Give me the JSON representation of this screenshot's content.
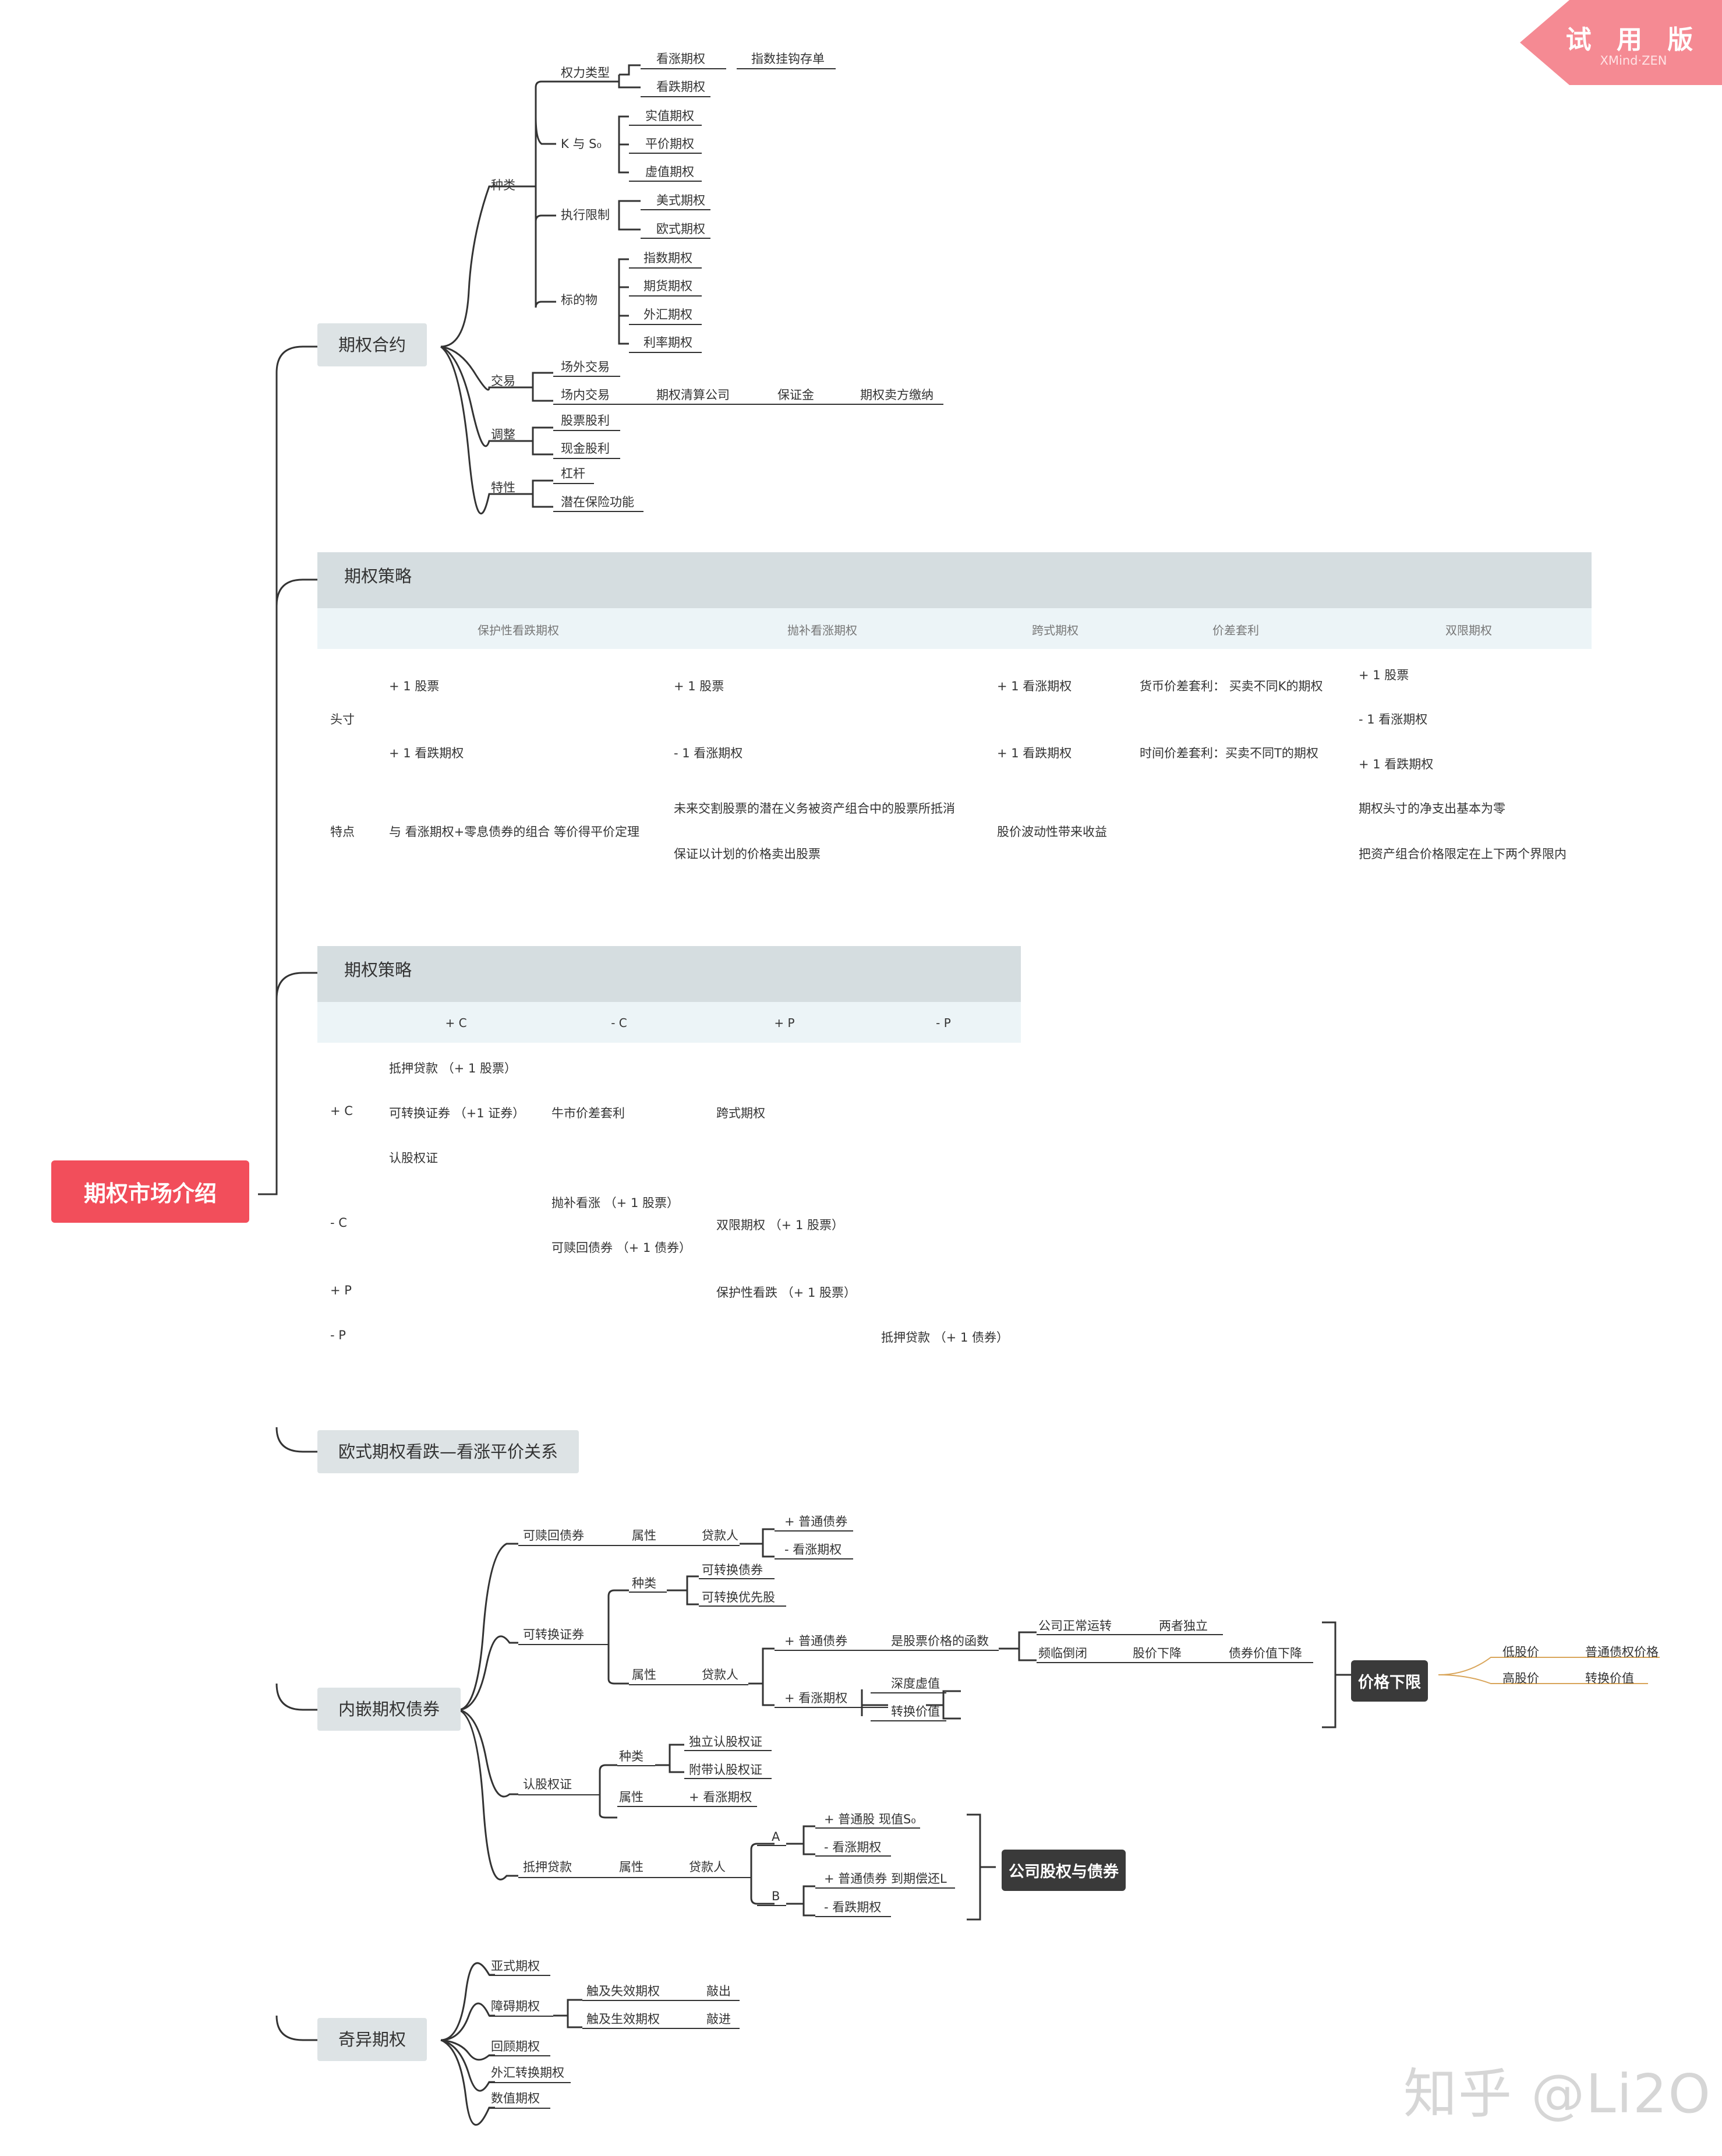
{
  "root": "期权市场介绍",
  "trial": {
    "label": "试 用 版",
    "sub": "XMind·ZEN"
  },
  "watermark": "知乎 @Li2O",
  "b1": {
    "title": "期权合约",
    "zhonglei": "种类",
    "quanli": "权力类型",
    "kanzhang": "看涨期权",
    "zhishu_guagou": "指数挂钩存单",
    "kandie": "看跌期权",
    "k_s0": "K 与 S₀",
    "shizhi": "实值期权",
    "pingjia": "平价期权",
    "xuzhi": "虚值期权",
    "zhixing": "执行限制",
    "meishi": "美式期权",
    "oushi": "欧式期权",
    "biaodi": "标的物",
    "zhishu": "指数期权",
    "qihuo": "期货期权",
    "waihui": "外汇期权",
    "lilv": "利率期权",
    "jiaoyi": "交易",
    "changwai": "场外交易",
    "changnei": "场内交易",
    "qingsuan": "期权清算公司",
    "baozhengjin": "保证金",
    "maifang": "期权卖方缴纳",
    "tiaozheng": "调整",
    "gupiao_guli": "股票股利",
    "xianjin_guli": "现金股利",
    "texing": "特性",
    "ganggan": "杠杆",
    "baoxian": "潜在保险功能"
  },
  "t1": {
    "title": "期权策略",
    "cols": [
      "保护性看跌期权",
      "抛补看涨期权",
      "跨式期权",
      "价差套利",
      "双限期权"
    ],
    "row1_label": "头寸",
    "row2_label": "特点",
    "c1_a": "+ 1 股票",
    "c1_b": "+ 1 看跌期权",
    "c1_t": "与 看涨期权+零息债券的组合 等价得平价定理",
    "c2_a": "+ 1 股票",
    "c2_b": "- 1 看涨期权",
    "c2_t1": "未来交割股票的潜在义务被资产组合中的股票所抵消",
    "c2_t2": "保证以计划的价格卖出股票",
    "c3_a": "+ 1 看涨期权",
    "c3_b": "+ 1 看跌期权",
    "c3_t": "股价波动性带来收益",
    "c4_a": "货币价差套利：   买卖不同K的期权",
    "c4_b": "时间价差套利：买卖不同T的期权",
    "c5_a": "+ 1 股票",
    "c5_b": "- 1 看涨期权",
    "c5_c": "+ 1 看跌期权",
    "c5_t1": "期权头寸的净支出基本为零",
    "c5_t2": "把资产组合价格限定在上下两个界限内"
  },
  "t2": {
    "title": "期权策略",
    "cols": [
      "+ C",
      "- C",
      "+ P",
      "- P"
    ],
    "rows": [
      "+ C",
      "- C",
      "+ P",
      "- P"
    ],
    "r1_a": "抵押贷款 （+ 1 股票）",
    "r1_b": "可转换证券 （+1 证券）",
    "r1_c": "认股权证",
    "r1_d": "牛市价差套利",
    "r1_e": "跨式期权",
    "r2_a": "抛补看涨 （+ 1 股票）",
    "r2_b": "可赎回债券 （+ 1 债券）",
    "r2_c": "双限期权 （+ 1 股票）",
    "r3_a": "保护性看跌 （+ 1 股票）",
    "r4_a": "抵押贷款 （+ 1 债券）"
  },
  "b4": {
    "title": "欧式期权看跌—看涨平价关系"
  },
  "b5": {
    "title": "内嵌期权债券",
    "keshu": "可赎回债券",
    "shuxing": "属性",
    "daikuanren": "贷款人",
    "putong_zhai": "+ 普通债券",
    "jian_kanzhang": "- 看涨期权",
    "kezhuan": "可转换证券",
    "zhonglei": "种类",
    "kezhuan_zhai": "可转换债券",
    "kezhuan_you": "可转换优先股",
    "hanshu": "是股票价格的函数",
    "zhengchang": "公司正常运转",
    "duli": "两者独立",
    "binlin": "频临倒闭",
    "guxia": "股价下降",
    "zhaixia": "债券价值下降",
    "jiaxian": "价格下限",
    "di_gujia": "低股价",
    "putong_jiage": "普通债权价格",
    "gao_gujia": "高股价",
    "zhuanhuan_jiazhi": "转换价值",
    "jia_kanzhang": "+ 看涨期权",
    "shendu": "深度虚值",
    "zhuanhuan": "转换价值",
    "renguquan": "认股权证",
    "duli_ren": "独立认股权证",
    "fudai_ren": "附带认股权证",
    "diya": "抵押贷款",
    "a": "A",
    "b": "B",
    "putonggu": "+ 普通股 现值S₀",
    "jian_kanzhang2": "- 看涨期权",
    "putong_zhai_l": "+ 普通债券 到期偿还L",
    "jian_kandie": "- 看跌期权",
    "gongsi": "公司股权与债券"
  },
  "b6": {
    "title": "奇异期权",
    "yashi": "亚式期权",
    "zhangai": "障碍期权",
    "chuji_shixiao": "触及失效期权",
    "qiaochu": "敲出",
    "chuji_shengxiao": "触及生效期权",
    "qiaojin": "敲进",
    "huigu": "回顾期权",
    "waihui_zh": "外汇转换期权",
    "shuzhi": "数值期权"
  }
}
